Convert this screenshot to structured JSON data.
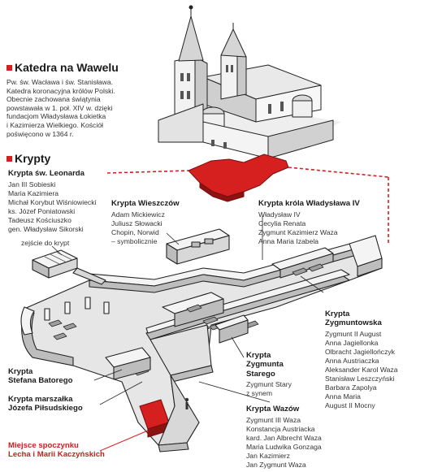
{
  "cathedral": {
    "title": "Katedra na Wawelu",
    "description": "Pw. św. Wacława i św. Stanisława.\nKatedra koronacyjna królów Polski.\nObecnie zachowana świątynia\npowstawała w 1. poł. XIV w. dzięki\nfundacjom Władysława Łokietka\ni Kazimierza Wielkiego. Kościół\npoświęcono w 1364 r."
  },
  "crypts_header": "Krypty",
  "entrance_label": "zejście do krypt",
  "crypts": {
    "leonard": {
      "title": "Krypta św. Leonarda",
      "names": "Jan III Sobieski\nMaria Kazimiera\nMichał Korybut Wiśniowiecki\nks. Józef Poniatowski\nTadeusz Kościuszko\ngen. Władysław Sikorski"
    },
    "wieszczow": {
      "title": "Krypta Wieszczów",
      "names": "Adam Mickiewicz\nJuliusz Słowacki\nChopin, Norwid\n– symbolicznie"
    },
    "wladyslaw": {
      "title": "Krypta króla Władysława IV",
      "names": "Władysław IV\nCecylia Renata\nZygmunt Kazimierz Waza\nAnna Maria Izabela"
    },
    "zygmuntowska": {
      "title": "Krypta\nZygmuntowska",
      "names": "Zygmunt II August\nAnna Jagiellonka\nOlbracht Jagiellończyk\nAnna Austriaczka\nAleksander Karol Waza\nStanisław Leszczyński\nBarbara Zapolya\nAnna Maria\nAugust II Mocny"
    },
    "zygmunta_starego": {
      "title": "Krypta\nZygmunta\nStarego",
      "names": "Zygmunt Stary\nz synem"
    },
    "wazow": {
      "title": "Krypta Wazów",
      "names": "Zygmunt III Waza\nKonstancja Austriacka\nkard. Jan Albrecht Waza\nMaria Ludwika Gonzaga\nJan Kazimierz\nJan Zygmunt Waza"
    },
    "batorego": {
      "title": "Krypta\nStefana Batorego"
    },
    "pilsudskiego": {
      "title": "Krypta marszałka\nJózefa Piłsudskiego"
    },
    "kaczynskich": {
      "title": "Miejsce spoczynku\nLecha i Marii Kaczyńskich"
    }
  },
  "colors": {
    "accent_red": "#d62020",
    "wall_top": "#f4f4f4",
    "wall_side": "#bdbdbd",
    "floor": "#e6e6e6",
    "outline": "#222222"
  }
}
